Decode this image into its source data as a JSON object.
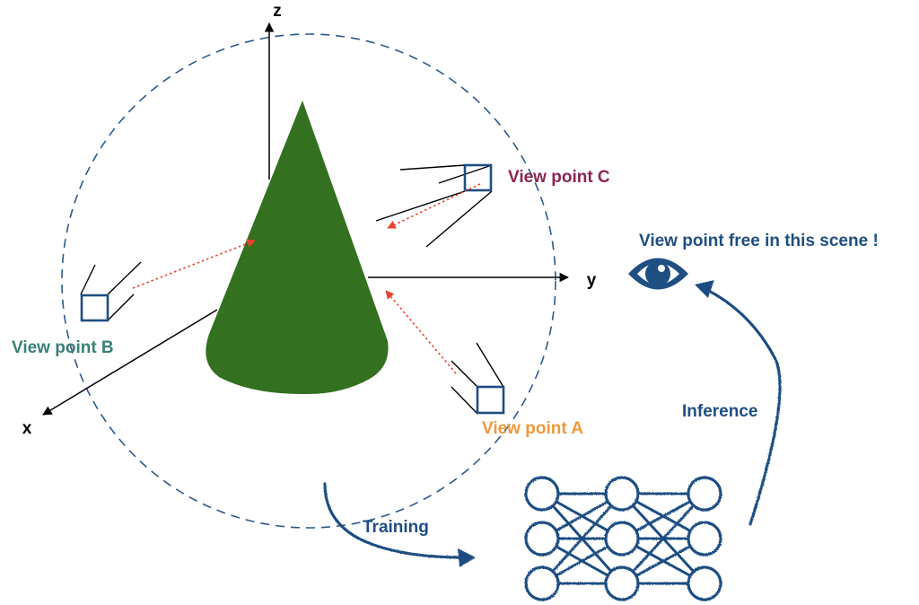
{
  "colors": {
    "cone": "#33701f",
    "sphere": "#2d5a8c",
    "camera": "#1f4e82",
    "ray": "#e8432f",
    "axis": "#000000",
    "viewpoint_a": "#f0993b",
    "viewpoint_b": "#3a8077",
    "viewpoint_c": "#8c2553",
    "accent": "#1f4e82"
  },
  "axes": {
    "x_label": "x",
    "y_label": "y",
    "z_label": "z"
  },
  "viewpoints": {
    "a_label": "View point A",
    "b_label": "View point B",
    "c_label": "View point C"
  },
  "inference_side": {
    "title": "View point free in this scene !",
    "eye_icon": "eye-icon",
    "inference_label": "Inference"
  },
  "training": {
    "label": "Training"
  },
  "neural_network": {
    "layers": [
      3,
      3,
      3
    ]
  }
}
